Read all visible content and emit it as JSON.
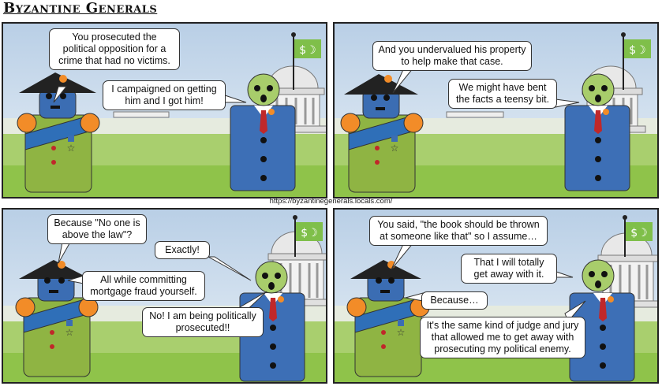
{
  "comic": {
    "title": "Byzantine Generals",
    "url": "https://byzantinegenerals.locals.com/"
  },
  "panels": [
    {
      "bubbles": [
        "You prosecuted the political opposition for a crime that had no victims.",
        "I campaigned on getting him and I got him!"
      ]
    },
    {
      "bubbles": [
        "And you undervalued his property to help make that case.",
        "We might have bent the facts a teensy bit."
      ]
    },
    {
      "bubbles": [
        "Because \"No one is above the law\"?",
        "Exactly!",
        "All while committing mortgage fraud yourself.",
        "No! I am being politically prosecuted!!"
      ]
    },
    {
      "bubbles": [
        "You said, \"the book should be thrown at someone like that\" so I assume…",
        "That I will totally get away with it.",
        "Because…",
        "It's the same kind of judge and jury that allowed me to get away with prosecuting my political enemy."
      ]
    }
  ],
  "colors": {
    "sky": "#c8daec",
    "grass": "#8fc34a",
    "general_body": "#8fb443",
    "general_face": "#3b6db3",
    "sash": "#2f6fb8",
    "shoulder": "#f28c28",
    "hat": "#222222",
    "suit": "#3d6fb6",
    "zombie_face": "#a8cd6b",
    "tie": "#c0282a",
    "flag": "#7fbf4a"
  },
  "icons": [
    "dollar-flag-icon",
    "capitol-building-icon",
    "medal-icon",
    "star-icon",
    "plume-icon"
  ]
}
